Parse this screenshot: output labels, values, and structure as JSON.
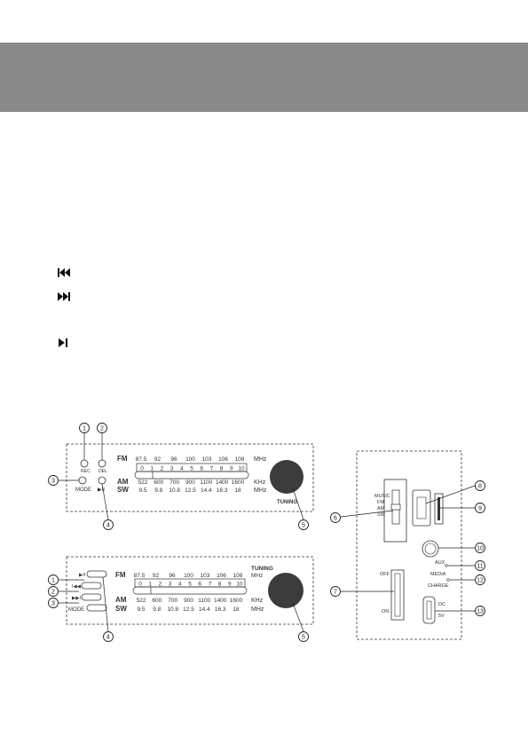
{
  "panel_a": {
    "fm_label": "FM",
    "fm_ticks": [
      "87.5",
      "92",
      "96",
      "100",
      "103",
      "106",
      "108"
    ],
    "fm_unit": "MHz",
    "dial_ticks": [
      "0",
      "1",
      "2",
      "3",
      "4",
      "5",
      "6",
      "7",
      "8",
      "9",
      "10"
    ],
    "am_label": "AM",
    "am_ticks": [
      "522",
      "600",
      "700",
      "900",
      "1100",
      "1400",
      "1600"
    ],
    "am_unit": "KHz",
    "sw_label": "SW",
    "sw_ticks": [
      "9.5",
      "9.8",
      "10.8",
      "12.5",
      "14.4",
      "16.3",
      "18"
    ],
    "sw_unit": "MHz",
    "rec_label": "REC",
    "del_label": "DEL",
    "mode_label": "MODE",
    "play_label": "▶II",
    "tuning_label": "TUNING",
    "callouts": [
      "1",
      "2",
      "3",
      "4",
      "5"
    ]
  },
  "panel_b": {
    "fm_label": "FM",
    "fm_ticks": [
      "87.5",
      "92",
      "96",
      "100",
      "103",
      "106",
      "108"
    ],
    "dial_ticks": [
      "0",
      "1",
      "2",
      "3",
      "4",
      "5",
      "6",
      "7",
      "8",
      "9",
      "10"
    ],
    "am_label": "AM",
    "am_ticks": [
      "522",
      "600",
      "700",
      "900",
      "1100",
      "1400",
      "1600"
    ],
    "am_unit": "KHz",
    "sw_label": "SW",
    "sw_ticks": [
      "9.5",
      "9.8",
      "10.8",
      "12.5",
      "14.4",
      "16.3",
      "18"
    ],
    "sw_unit": "MHz",
    "tuning_label": "TUNING",
    "tuning_unit": "MHz",
    "play_label": "▶II",
    "prev_label": "I◀◀",
    "next_label": "▶▶I",
    "mode_label": "MODE",
    "callouts": [
      "1",
      "2",
      "3",
      "4",
      "5"
    ]
  },
  "side_panel": {
    "switch_labels": [
      "MUSIC",
      "FM",
      "AM",
      "SW"
    ],
    "off_label": "OFF",
    "on_label": "ON",
    "aux_label": "AUX",
    "media_label": "MEDIA",
    "charge_label": "CHARGE",
    "dc_label": "DC",
    "volt_label": "5V",
    "callouts": [
      "6",
      "7",
      "8",
      "9",
      "10",
      "11",
      "12",
      "13"
    ]
  },
  "icons": [
    "previous-track-icon",
    "next-track-icon",
    "play-pause-icon"
  ]
}
